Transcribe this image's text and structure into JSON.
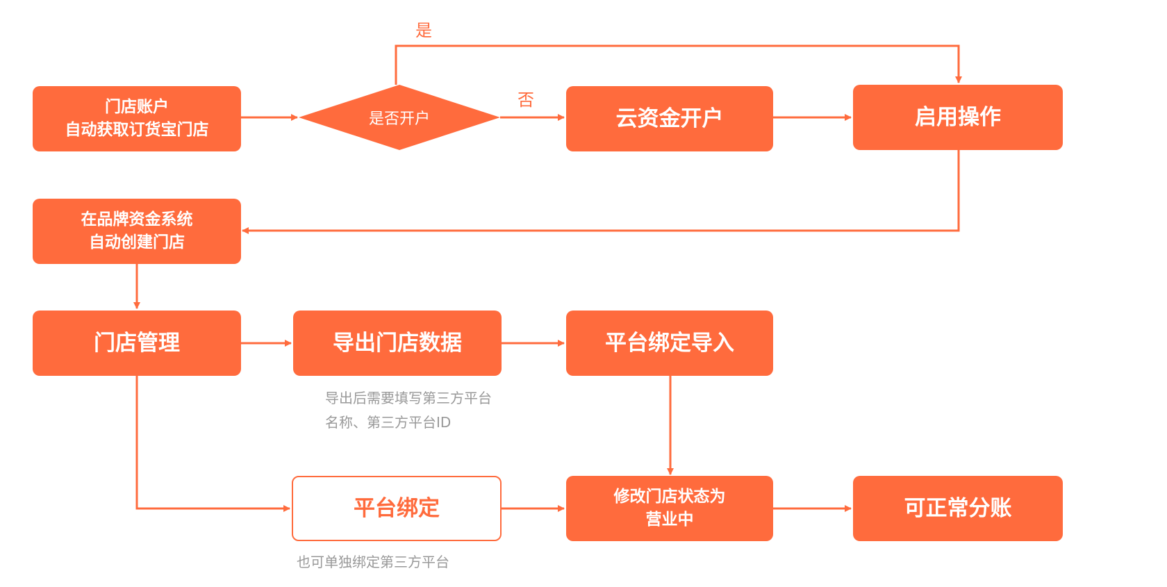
{
  "colors": {
    "primary": "#ff6b3d",
    "note_text": "#999999",
    "background": "#ffffff"
  },
  "nodes": {
    "store_account": [
      "门店账户",
      "自动获取订货宝门店"
    ],
    "decision": "是否开户",
    "cloud_fund_account": "云资金开户",
    "enable_operation": "启用操作",
    "brand_fund_system": [
      "在品牌资金系统",
      "自动创建门店"
    ],
    "store_management": "门店管理",
    "export_store_data": "导出门店数据",
    "platform_bind_import": "平台绑定导入",
    "platform_bind": "平台绑定",
    "change_store_status": [
      "修改门店状态为",
      "营业中"
    ],
    "normal_split": "可正常分账"
  },
  "edge_labels": {
    "yes": "是",
    "no": "否"
  },
  "notes": {
    "export_note": [
      "导出后需要填写第三方平台",
      "名称、第三方平台ID"
    ],
    "bind_note": "也可单独绑定第三方平台"
  }
}
